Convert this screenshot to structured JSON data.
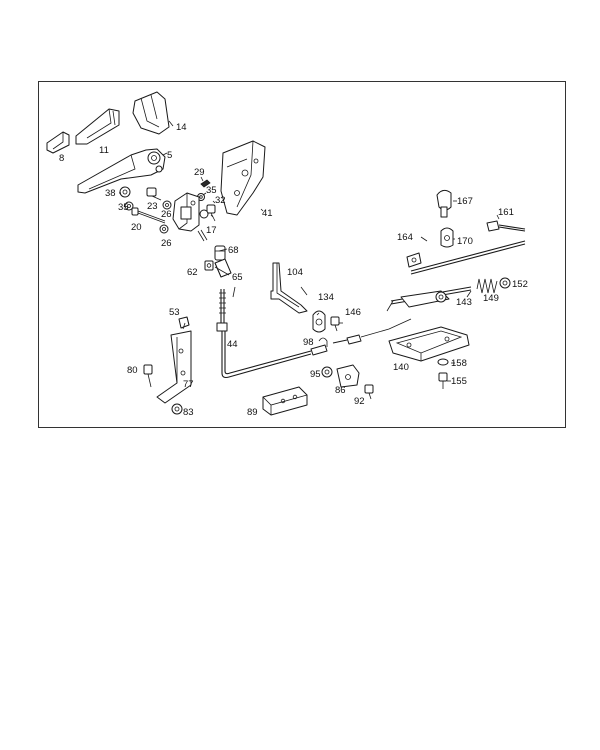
{
  "diagram": {
    "labels": {
      "p8": "8",
      "p11": "11",
      "p14": "14",
      "p5": "5",
      "p29": "29",
      "p35a": "35",
      "p32": "32",
      "p41": "41",
      "p38": "38",
      "p23": "23",
      "p35b": "35",
      "p26a": "26",
      "p20": "20",
      "p26b": "26",
      "p17": "17",
      "p68": "68",
      "p62": "62",
      "p65": "65",
      "p53": "53",
      "p44": "44",
      "p80": "80",
      "p77": "77",
      "p83": "83",
      "p104": "104",
      "p134": "134",
      "p146": "146",
      "p98": "98",
      "p95": "95",
      "p86": "86",
      "p92": "92",
      "p89": "89",
      "p167": "167",
      "p161": "161",
      "p164": "164",
      "p170": "170",
      "p152": "152",
      "p149": "149",
      "p143": "143",
      "p140": "140",
      "p158": "158",
      "p155": "155"
    }
  }
}
